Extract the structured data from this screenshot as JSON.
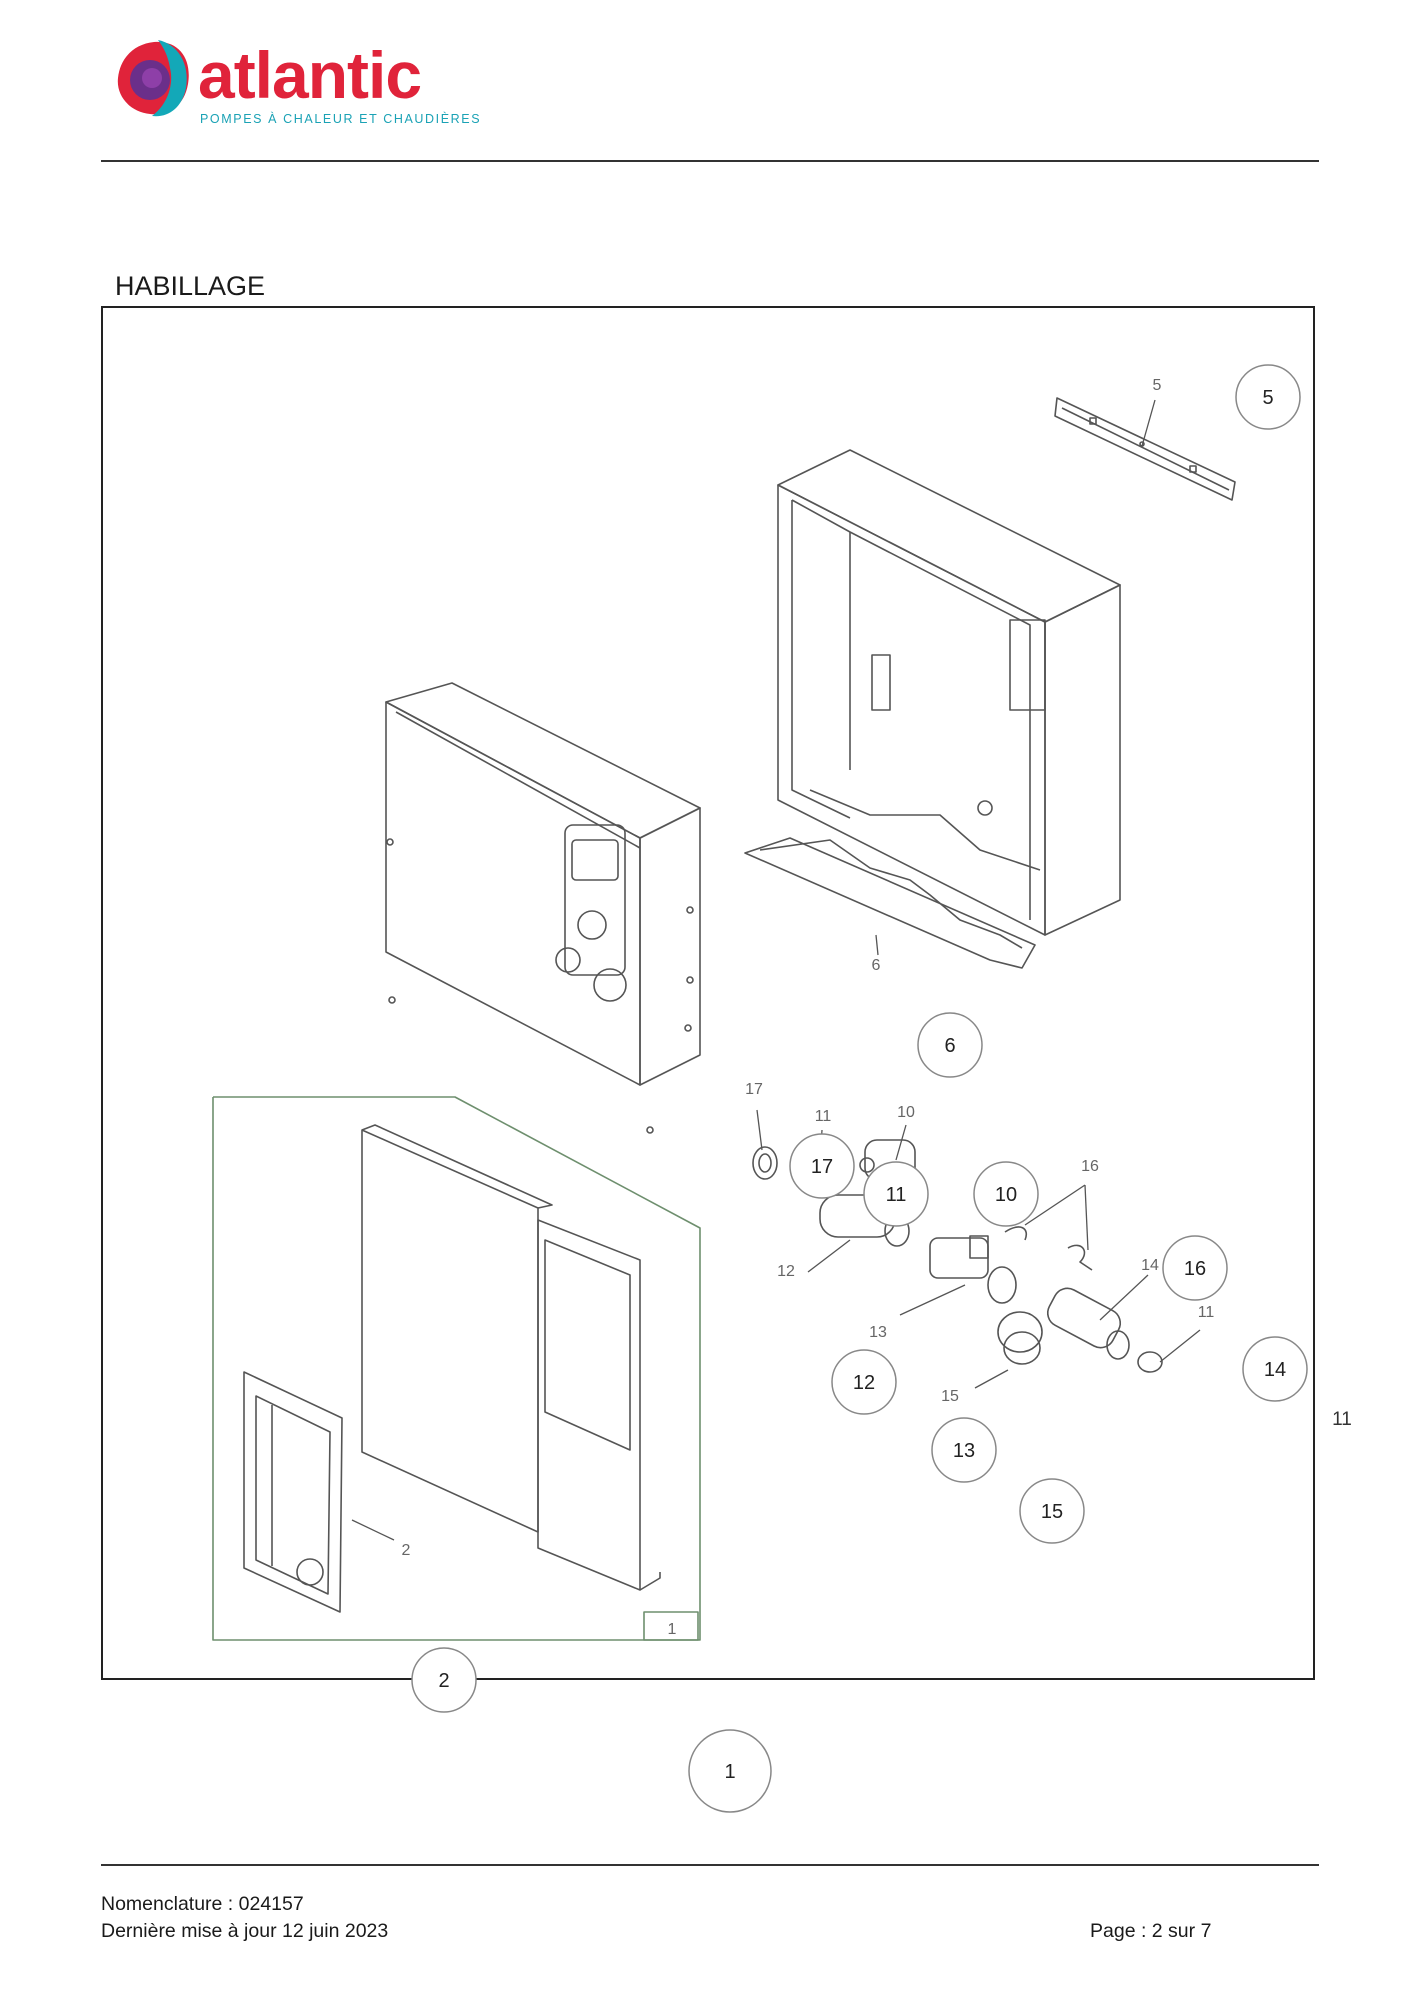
{
  "brand": {
    "name": "atlantic",
    "tagline": "POMPES À CHALEUR ET CHAUDIÈRES",
    "colors": {
      "wordmark": "#e0233a",
      "tagline": "#1aa2b5",
      "logo_red": "#e0233a",
      "logo_teal": "#13a8b8",
      "logo_purple": "#6b2f8a"
    }
  },
  "section": {
    "title": "HABILLAGE"
  },
  "diagram": {
    "figure_labels": [
      "5",
      "6",
      "17",
      "11",
      "10",
      "16",
      "12",
      "14",
      "11",
      "13",
      "15",
      "2",
      "1"
    ],
    "callouts": [
      "5",
      "6",
      "17",
      "11",
      "10",
      "16",
      "14",
      "12",
      "13",
      "15",
      "2",
      "1"
    ],
    "outside_label": "11"
  },
  "footer": {
    "nomenclature": "Nomenclature : 024157",
    "last_update": "Dernière mise à jour 12 juin 2023",
    "page": "Page : 2 sur 7"
  }
}
